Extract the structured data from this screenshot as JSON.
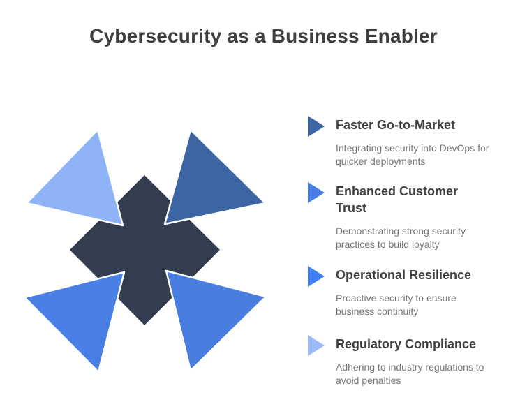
{
  "title": "Cybersecurity as a Business Enabler",
  "diagram": {
    "center_color": "#333D4F",
    "triangles": [
      {
        "name": "upper-left",
        "color": "#8FB3F7"
      },
      {
        "name": "upper-right",
        "color": "#3D65A3"
      },
      {
        "name": "lower-left",
        "color": "#4A80E6"
      },
      {
        "name": "lower-right",
        "color": "#4A7DE0"
      }
    ]
  },
  "items": [
    {
      "label": "Faster Go-to-Market",
      "description": "Integrating security into DevOps for\nquicker deployments",
      "marker_color": "#3D65A3"
    },
    {
      "label": "Enhanced Customer\nTrust",
      "description": "Demonstrating strong security\npractices to build loyalty",
      "marker_color": "#477CE2"
    },
    {
      "label": "Operational Resilience",
      "description": "Proactive security to ensure\nbusiness continuity",
      "marker_color": "#3F7DF2"
    },
    {
      "label": "Regulatory Compliance",
      "description": "Adhering to industry regulations to\navoid penalties",
      "marker_color": "#9CBBF8"
    }
  ]
}
